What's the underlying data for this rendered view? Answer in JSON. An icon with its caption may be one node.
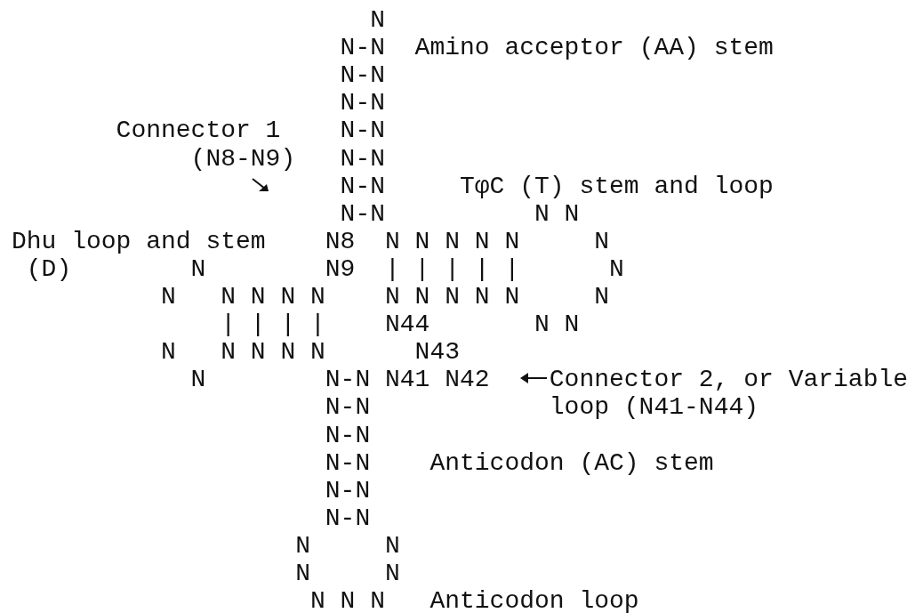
{
  "diagram": {
    "labels": [
      "N",
      "N-N",
      "Amino acceptor (AA) stem",
      "N-N",
      "N-N",
      "Connector 1",
      "N-N",
      "(N8-N9)",
      "N-N",
      "N-N",
      "TφC (T) stem and loop",
      "N-N",
      "N N",
      "Dhu loop and stem",
      "N8",
      "N N N N N",
      "N",
      "(D)",
      "N",
      "N9",
      "| | | | |",
      "N",
      "N",
      "N N N N",
      "N N N N N",
      "N",
      "| | | |",
      "N44",
      "N N",
      "N",
      "N N N N",
      "N43",
      "N",
      "N-N",
      "N41",
      "N42",
      "Connector 2, or Variable loop (N41-N44)",
      "N-N",
      "N-N",
      "N-N",
      "Anticodon (AC) stem",
      "N-N",
      "N-N",
      "N",
      "N",
      "N",
      "N",
      "N N N",
      "Anticodon loop"
    ]
  }
}
